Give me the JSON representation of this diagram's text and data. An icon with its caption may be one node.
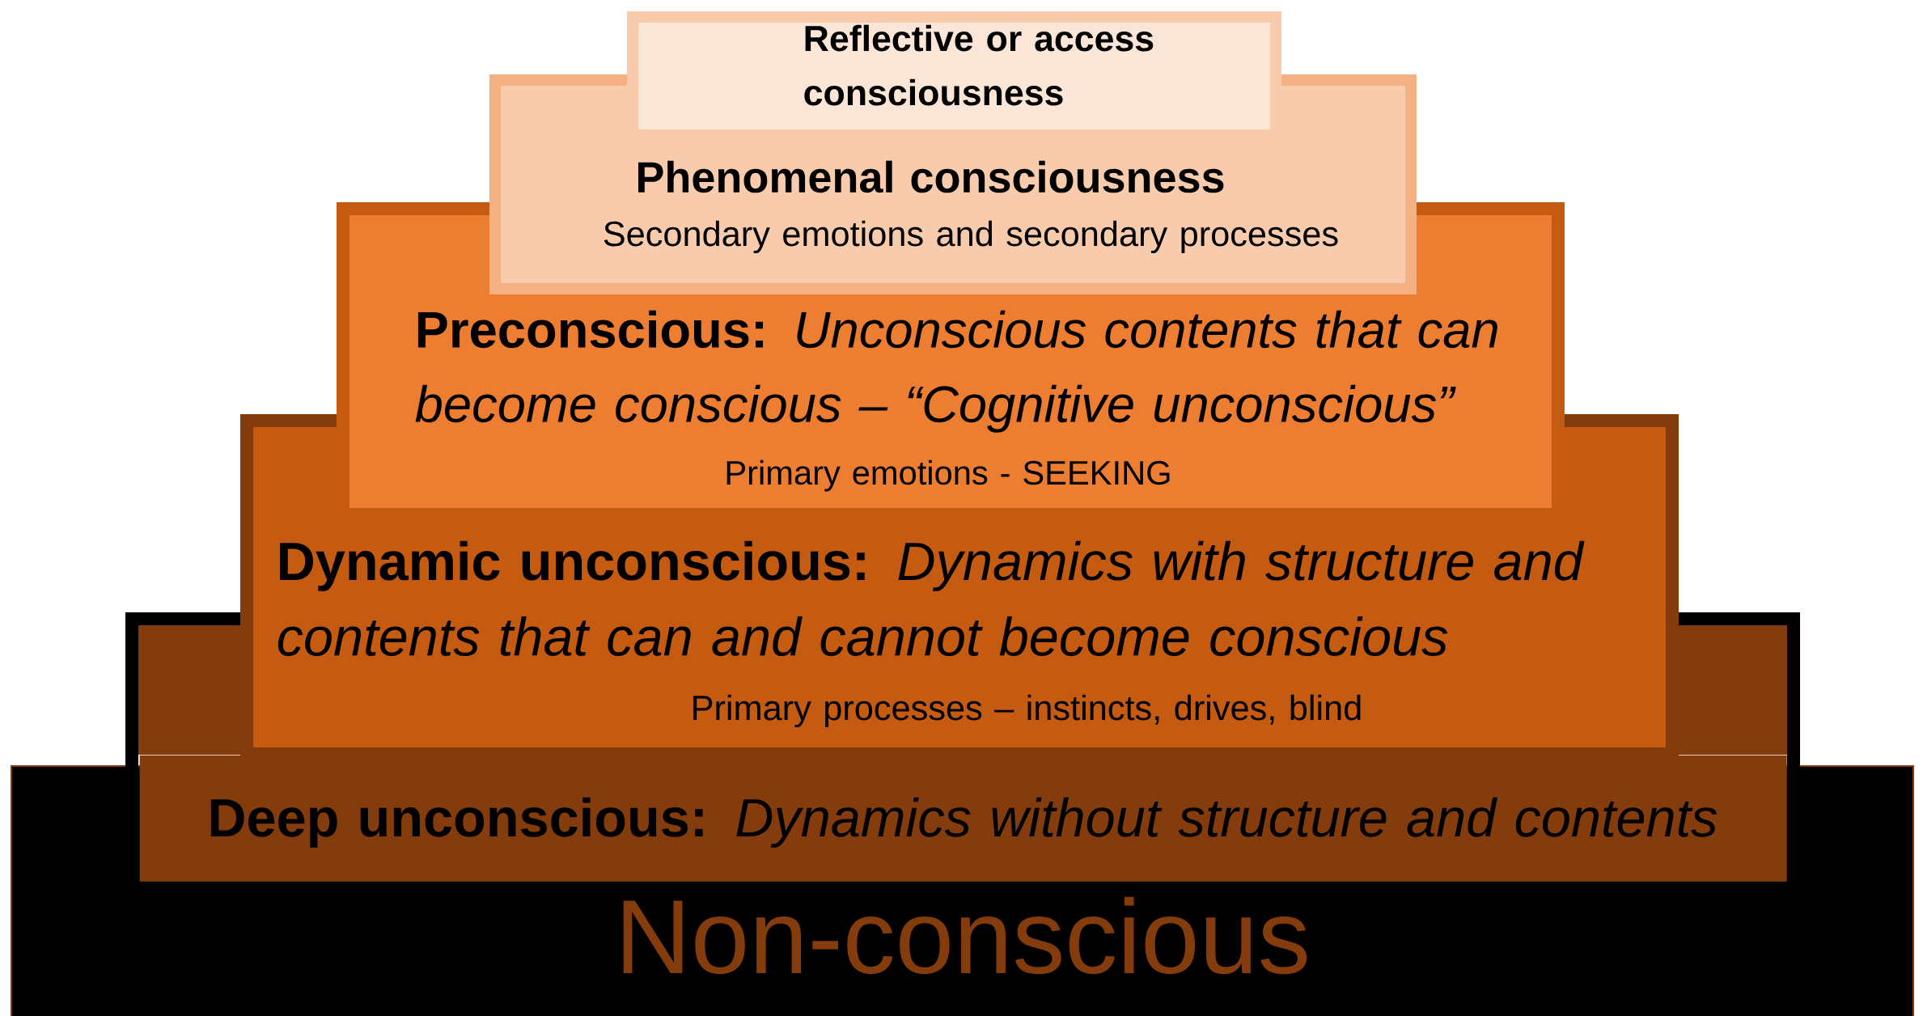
{
  "diagram": {
    "nodes": [
      {
        "text": [
          "Reflective or access consciousness"
        ]
      },
      {
        "text": [
          "Phenomenal consciousness",
          "Secondary  emotions and secondary processes"
        ]
      },
      {
        "text": [
          "**Preconscious:** *Unconscious contents that can become conscious – “Cognitive unconscious”*",
          "Primary emotions - SEEKING"
        ]
      },
      {
        "text": [
          "**Dynamic unconscious:** *Dynamics with structure and contents that can and cannot become conscious*",
          "Primary processes – instincts, drives, blind"
        ]
      },
      {
        "text": [
          "**Deep unconscious:** *Dynamics without structure and contents*"
        ]
      },
      {
        "text": [
          "Non-conscious"
        ]
      }
    ]
  }
}
